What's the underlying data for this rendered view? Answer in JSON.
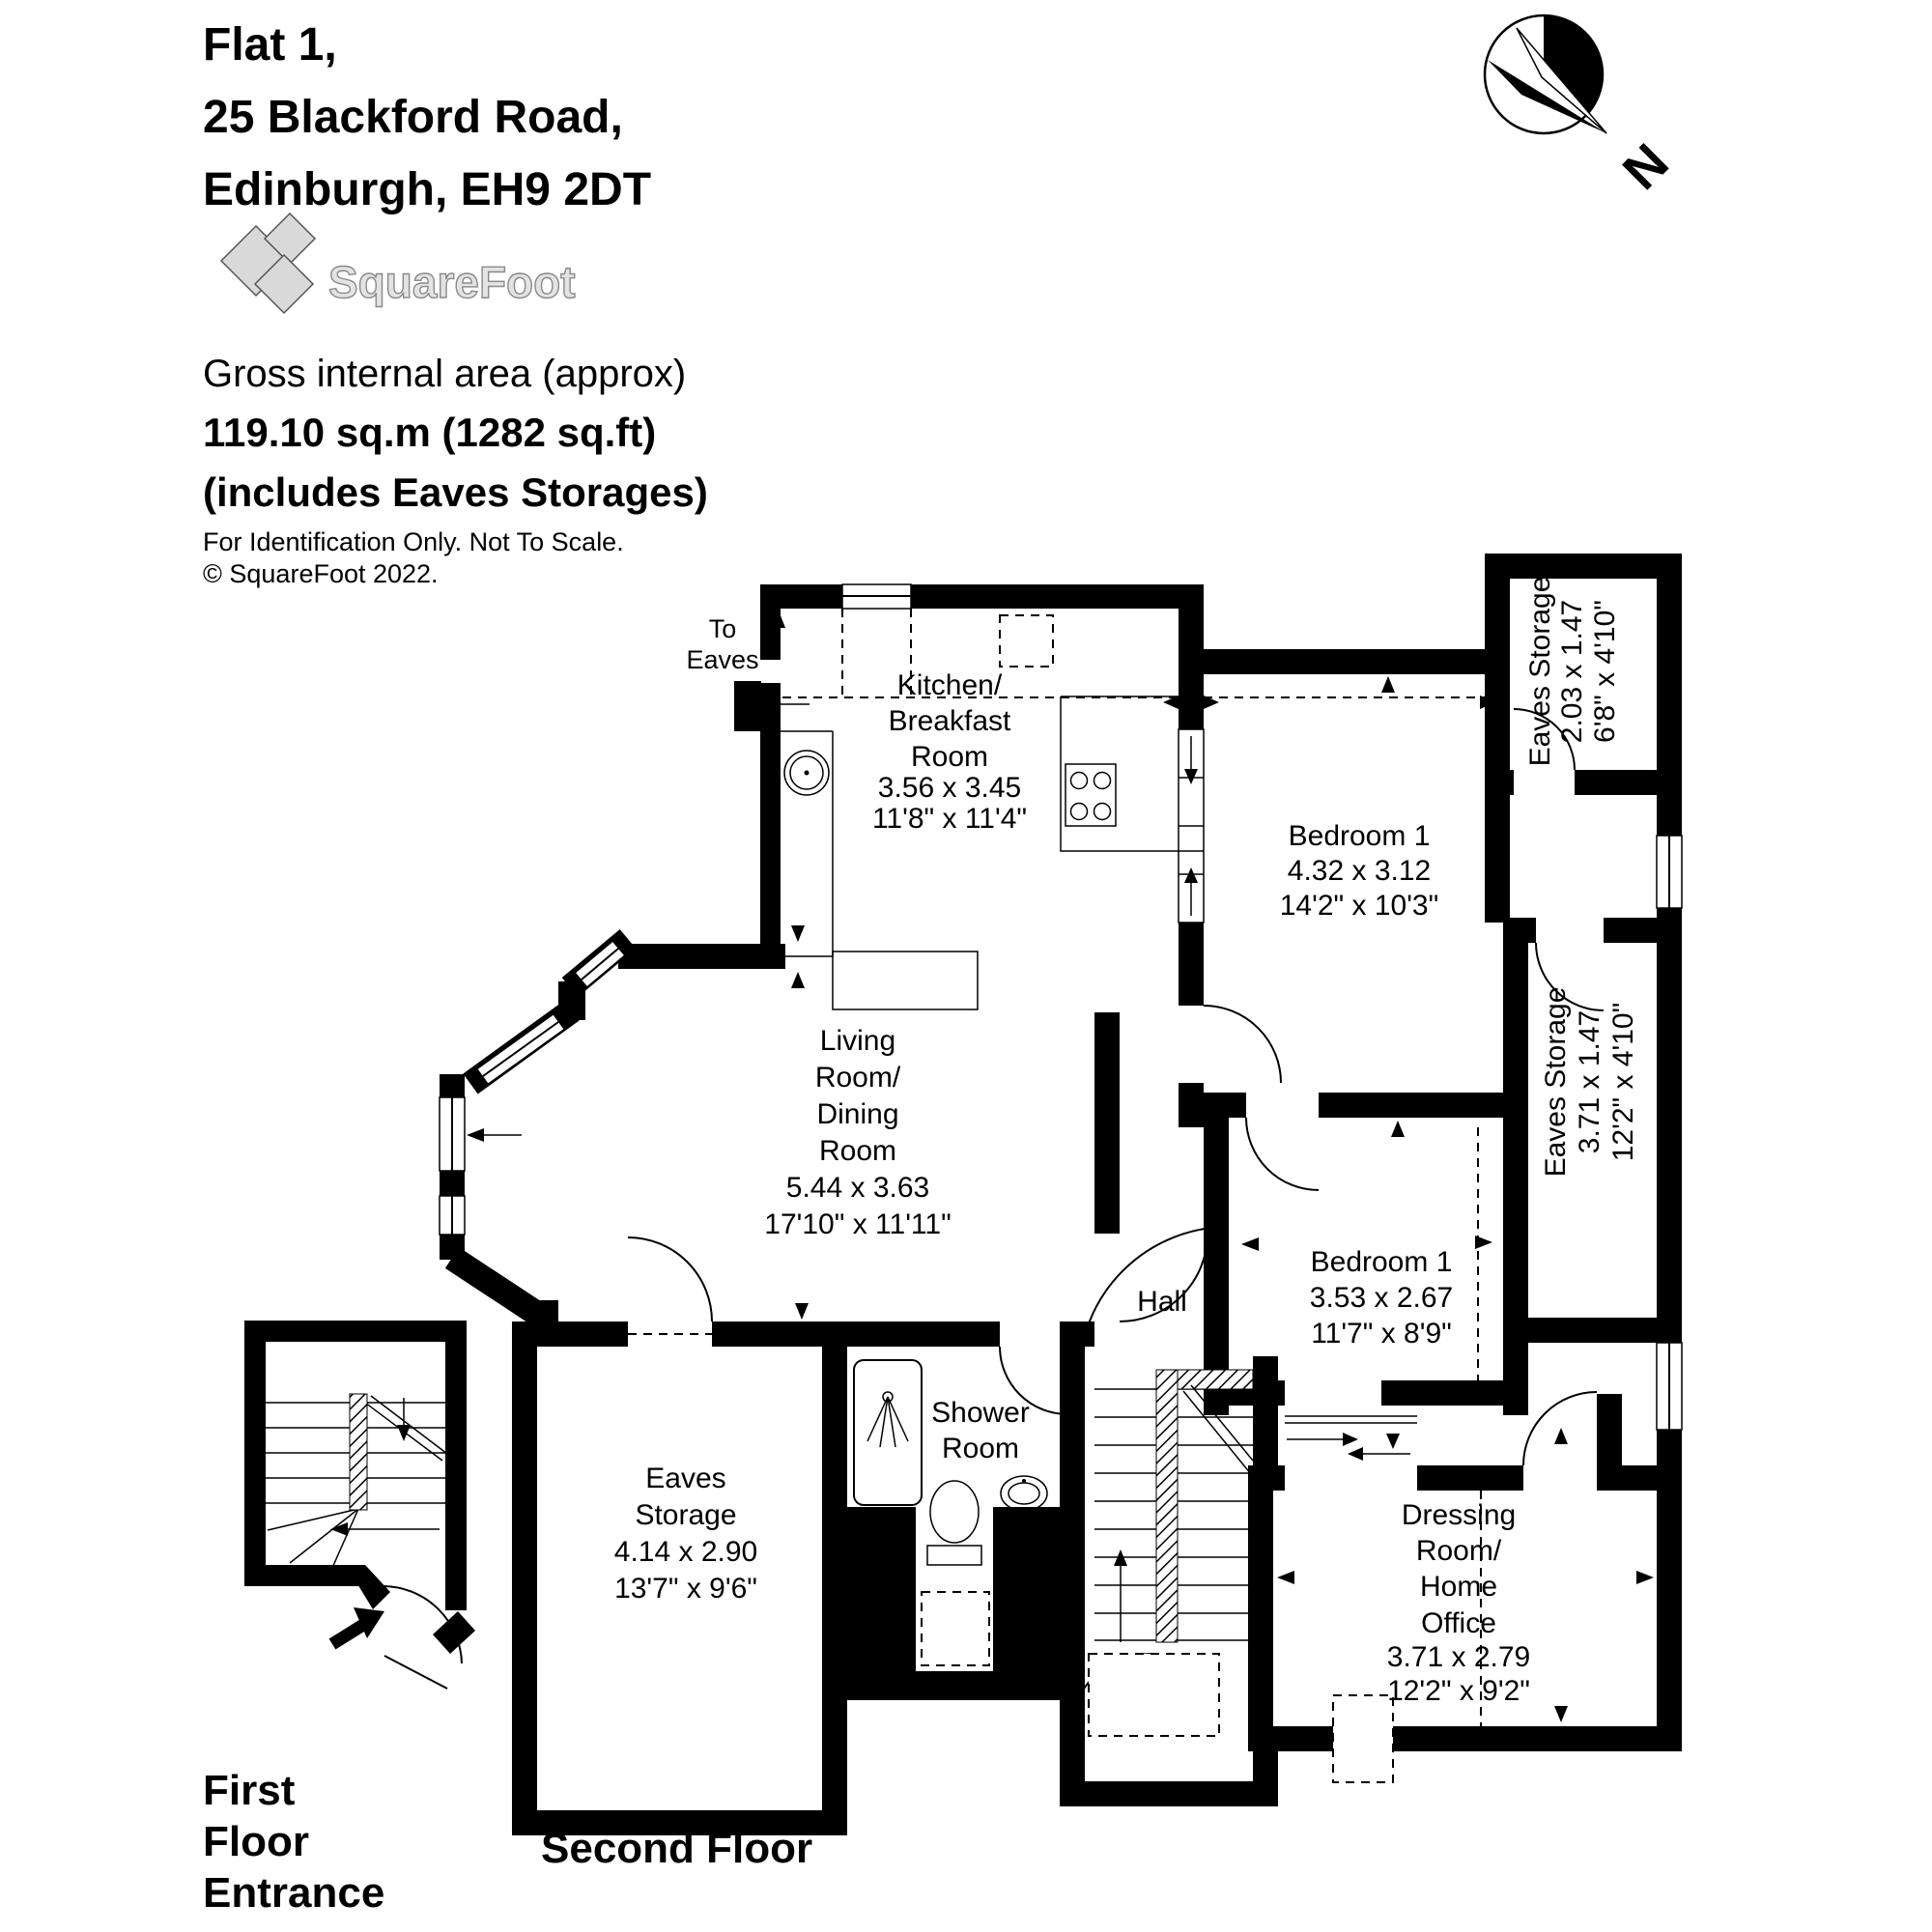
{
  "header": {
    "address_line1": "Flat 1,",
    "address_line2": "25 Blackford Road,",
    "address_line3": "Edinburgh, EH9 2DT",
    "logo_text": "SquareFoot",
    "area_title": "Gross internal area (approx)",
    "area_value": "119.10 sq.m (1282 sq.ft)",
    "area_note": "(includes Eaves Storages)",
    "disclaimer": "For Identification Only. Not To Scale.",
    "copyright": "© SquareFoot 2022."
  },
  "compass": {
    "north_label": "N"
  },
  "floor_labels": {
    "first_line1": "First",
    "first_line2": "Floor",
    "first_line3": "Entrance",
    "second": "Second Floor"
  },
  "annotations": {
    "to_eaves_line1": "To",
    "to_eaves_line2": "Eaves"
  },
  "rooms": {
    "kitchen": {
      "l1": "Kitchen/",
      "l2": "Breakfast",
      "l3": "Room",
      "metric": "3.56 x 3.45",
      "imperial": "11'8\" x 11'4\""
    },
    "bedroom1": {
      "l1": "Bedroom 1",
      "metric": "4.32 x 3.12",
      "imperial": "14'2\" x 10'3\""
    },
    "eaves_storage_top": {
      "l1": "Eaves Storage",
      "metric": "2.03 x 1.47",
      "imperial": "6'8\" x 4'10\""
    },
    "eaves_storage_right": {
      "l1": "Eaves Storage",
      "metric": "3.71 x 1.47",
      "imperial": "12'2\" x 4'10\""
    },
    "living": {
      "l1": "Living",
      "l2": "Room/",
      "l3": "Dining",
      "l4": "Room",
      "metric": "5.44 x 3.63",
      "imperial": "17'10\" x 11'11\""
    },
    "hall": {
      "l1": "Hall"
    },
    "bedroom2": {
      "l1": "Bedroom 1",
      "metric": "3.53 x 2.67",
      "imperial": "11'7\" x 8'9\""
    },
    "shower": {
      "l1": "Shower",
      "l2": "Room"
    },
    "eaves_storage_left": {
      "l1": "Eaves",
      "l2": "Storage",
      "metric": "4.14 x 2.90",
      "imperial": "13'7\" x 9'6\""
    },
    "dressing": {
      "l1": "Dressing",
      "l2": "Room/",
      "l3": "Home",
      "l4": "Office",
      "metric": "3.71 x 2.79",
      "imperial": "12'2\" x 9'2\""
    }
  }
}
